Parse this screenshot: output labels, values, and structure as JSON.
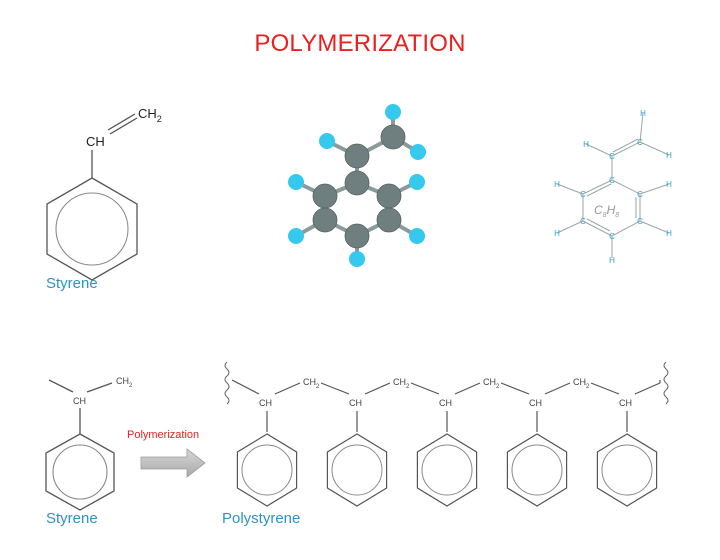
{
  "title": "POLYMERIZATION",
  "colors": {
    "title": "#e8201f",
    "caption": "#2f93c4",
    "arrow_label": "#e8201f",
    "carbon_atom": "#6f7f80",
    "hydrogen_atom": "#35c9ee"
  },
  "top_row": {
    "styrene_structure": {
      "ch_label": "CH",
      "ch2_label": "CH",
      "ch2_subscript": "2",
      "caption": "Styrene"
    },
    "ball_and_stick_model": {
      "icon": "styrene-3d-model"
    },
    "skeletal_formula": {
      "carbon_label": "C",
      "hydrogen_label": "H",
      "formula_c": "C",
      "formula_c_sub": "8",
      "formula_h": "H",
      "formula_h_sub": "8"
    }
  },
  "bottom_row": {
    "monomer": {
      "ch_label": "CH",
      "ch2_label": "CH",
      "ch2_subscript": "2",
      "caption": "Styrene"
    },
    "arrow_label": "Polymerization",
    "polymer": {
      "ch_label": "CH",
      "ch2_label": "CH",
      "ch2_subscript": "2",
      "caption": "Polystyrene"
    }
  }
}
